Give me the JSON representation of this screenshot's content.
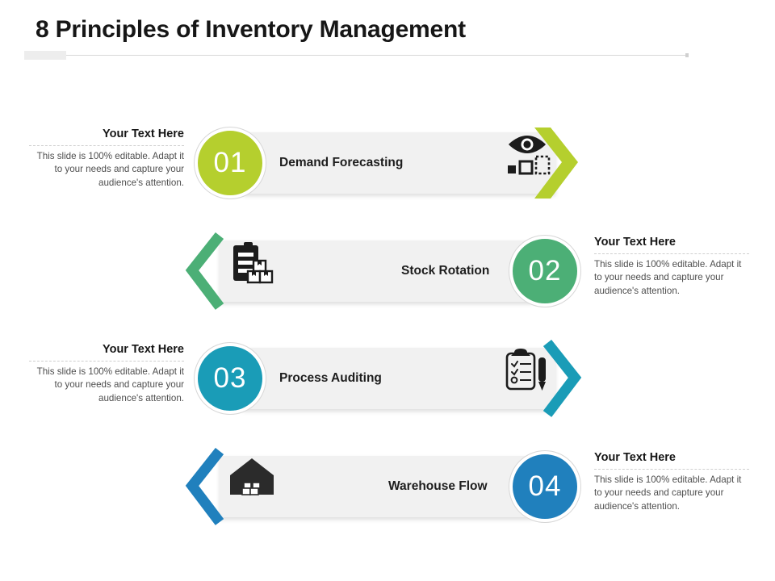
{
  "slide": {
    "title": "8 Principles of Inventory Management",
    "background": "#ffffff"
  },
  "colors": {
    "row1": "#b5cf2e",
    "row2": "#4caf76",
    "row3": "#1a9cb7",
    "row4": "#2080bd",
    "bar": "#f1f1f1",
    "title_text": "#161616",
    "body_text": "#4e4e4e"
  },
  "rows": [
    {
      "number": "01",
      "label": "Demand Forecasting",
      "color": "#b5cf2e",
      "icon": "eye-forecast-icon",
      "side": "left",
      "heading": "Your Text Here",
      "body": "This slide is 100% editable. Adapt it to your needs and capture your audience's attention.",
      "chevron": "chevron-right-solid"
    },
    {
      "number": "02",
      "label": "Stock Rotation",
      "color": "#4caf76",
      "icon": "clipboard-boxes-icon",
      "side": "right",
      "heading": "Your Text Here",
      "body": "This slide is 100% editable. Adapt it to your needs and capture your audience's attention.",
      "chevron": "chevron-left-outline"
    },
    {
      "number": "03",
      "label": "Process Auditing",
      "color": "#1a9cb7",
      "icon": "clipboard-checklist-pencil-icon",
      "side": "left",
      "heading": "Your Text Here",
      "body": "This slide is 100% editable. Adapt it to your needs and capture your audience's attention.",
      "chevron": "chevron-right-outline"
    },
    {
      "number": "04",
      "label": "Warehouse Flow",
      "color": "#2080bd",
      "icon": "warehouse-icon",
      "side": "right",
      "heading": "Your Text Here",
      "body": "This slide is 100% editable. Adapt it to your needs and capture your audience's attention.",
      "chevron": "chevron-left-outline"
    }
  ]
}
